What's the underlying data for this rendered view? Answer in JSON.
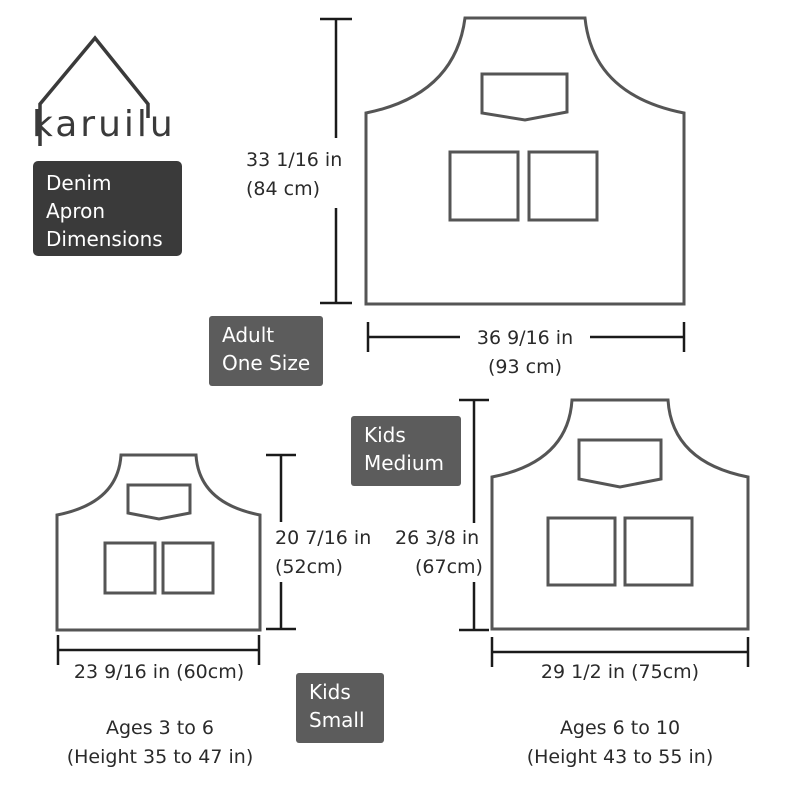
{
  "brand": {
    "name": "karuilu"
  },
  "title": {
    "line1": "Denim",
    "line2": "Apron",
    "line3": "Dimensions"
  },
  "adult": {
    "tag_line1": "Adult",
    "tag_line2": "One Size",
    "height_in": "33 1/16 in",
    "height_cm": "(84 cm)",
    "width_in": "36 9/16 in",
    "width_cm": "(93 cm)"
  },
  "kids_small": {
    "tag_line1": "Kids",
    "tag_line2": "Small",
    "height_in": "20 7/16 in",
    "height_cm": "(52cm)",
    "width": "23 9/16 in (60cm)",
    "ages": "Ages 3 to 6",
    "heights": "(Height 35 to 47 in)"
  },
  "kids_medium": {
    "tag_line1": "Kids",
    "tag_line2": "Medium",
    "height_in": "26 3/8 in",
    "height_cm": "(67cm)",
    "width": "29 1/2 in (75cm)",
    "ages": "Ages 6 to 10",
    "heights": "(Height 43 to 55 in)"
  },
  "colors": {
    "outline": "#555555",
    "dimension_line": "#1a1a1a",
    "title_box": "#3a3a3a",
    "tag": "#5c5c5c"
  }
}
